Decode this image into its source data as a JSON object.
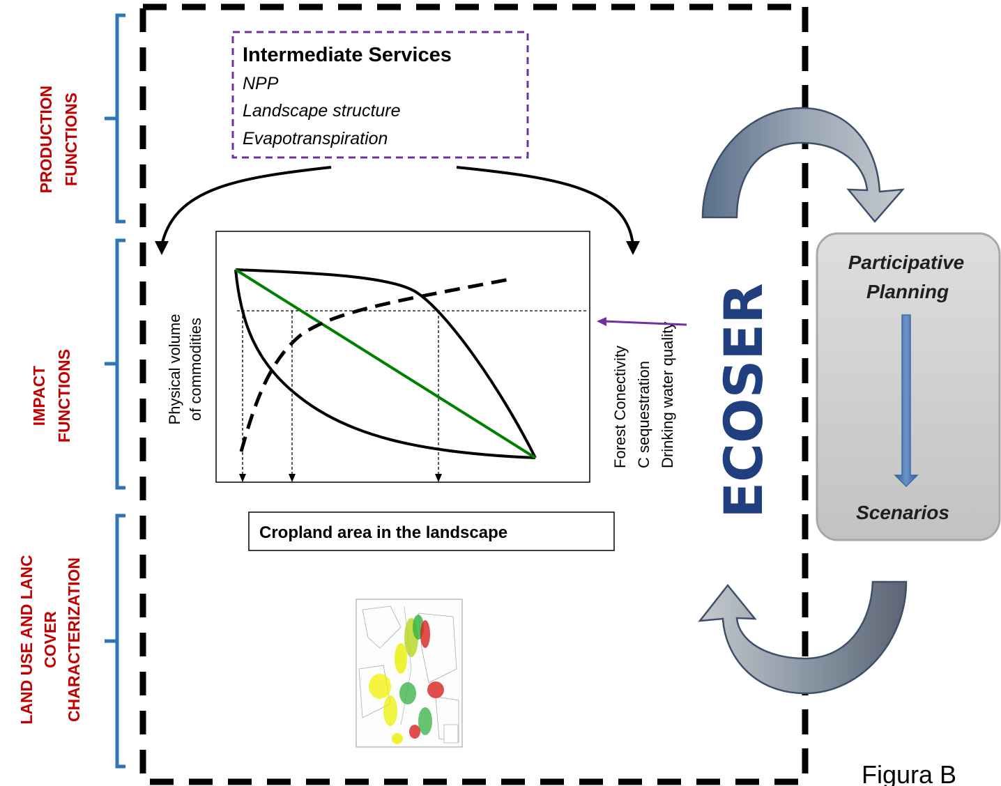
{
  "left_labels": {
    "production": [
      "PRODUCTION",
      "FUNCTIONS"
    ],
    "impact": [
      "IMPACT",
      "FUNCTIONS"
    ],
    "land_use": [
      "LAND USE AND LANC",
      "COVER",
      "CHARACTERIZATION"
    ]
  },
  "intermediate_services": {
    "title": "Intermediate Services",
    "items": [
      "NPP",
      "Landscape structure",
      "Evapotranspiration"
    ]
  },
  "tradeoff_chart": {
    "y_label_lines": [
      "Physical  volume",
      "of commodities"
    ],
    "right_label_lines": [
      "Forest Conectivity",
      "C sequestration",
      "Drinking water quality"
    ],
    "x_label": "Cropland area in the landscape"
  },
  "ecoser_label": "ECOSER",
  "planning": {
    "top": [
      "Participative",
      "Planning"
    ],
    "bottom": "Scenarios"
  },
  "figure_caption": "Figura B",
  "colors": {
    "label_red": "#c00000",
    "bracket_blue": "#2e75b6",
    "frame_purple": "#7030a0",
    "line_green": "#008000",
    "ecoser_blue": "#1f3f7f",
    "planning_box": "#d0d0d0"
  }
}
